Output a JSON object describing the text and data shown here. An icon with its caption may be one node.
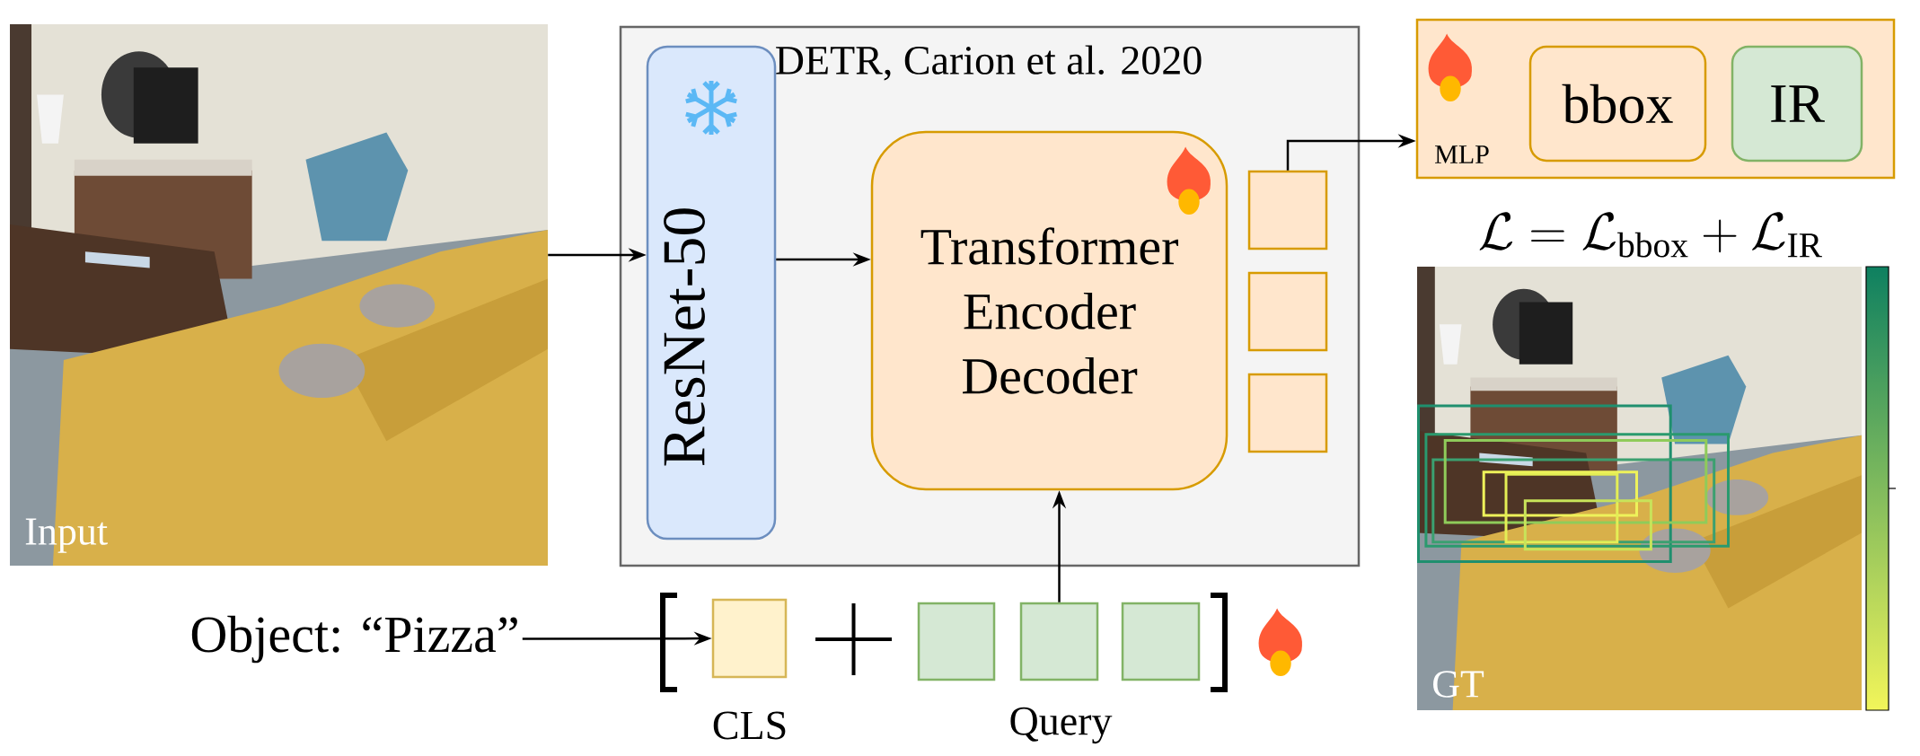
{
  "diagram": {
    "nodes": [
      {
        "text": [
          "Input"
        ]
      },
      {
        "text": [
          "DETR, Carion et al. 2020"
        ]
      },
      {
        "text": [
          "ResNet-50"
        ],
        "in": 1
      },
      {
        "text": [
          "Transformer Encoder Decoder"
        ],
        "in": 1
      },
      {
        "text": [],
        "shape": "box",
        "in": 1
      },
      {
        "text": [],
        "shape": "box",
        "in": 1
      },
      {
        "text": [],
        "shape": "box",
        "in": 1
      },
      {
        "text": [
          "MLP"
        ]
      },
      {
        "text": [
          "bbox"
        ],
        "in": 7
      },
      {
        "text": [
          "IR"
        ],
        "in": 7
      },
      {
        "text": [
          "GT"
        ]
      },
      {
        "text": [
          "Object: “Pizza”"
        ]
      },
      {
        "text": [
          "CLS"
        ]
      },
      {
        "text": [],
        "shape": "box"
      },
      {
        "text": [],
        "shape": "box"
      },
      {
        "text": [],
        "shape": "box"
      }
    ],
    "edges": [
      {
        "from": 0,
        "to": 2,
        "arrow": "to"
      },
      {
        "from": 2,
        "to": 3,
        "arrow": "to"
      },
      {
        "from": 4,
        "to": 7,
        "arrow": "to"
      },
      {
        "from": 11,
        "to": 12,
        "arrow": "to"
      },
      {
        "from": 14,
        "to": 3,
        "arrow": "to"
      }
    ],
    "labels": [
      "\\mathcal{L} = \\mathcal{L}_{\\mathrm{bbox}} + \\mathcal{L}_{\\mathrm{IR}}",
      "Query"
    ]
  }
}
